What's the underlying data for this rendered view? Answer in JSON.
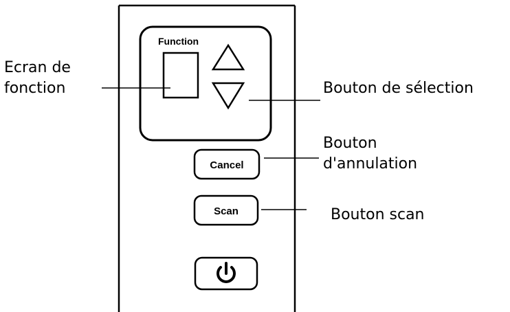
{
  "panel": {
    "function_label": "Function",
    "cancel_label": "Cancel",
    "scan_label": "Scan"
  },
  "callouts": {
    "function_screen_line1": "Ecran de",
    "function_screen_line2": "fonction",
    "selection_button": "Bouton de sélection",
    "cancel_button_line1": "Bouton",
    "cancel_button_line2": "d'annulation",
    "scan_button": "Bouton scan"
  },
  "icons": {
    "up": "triangle-up-icon",
    "down": "triangle-down-icon",
    "power": "power-icon"
  },
  "colors": {
    "line": "#000000",
    "background": "#ffffff"
  }
}
